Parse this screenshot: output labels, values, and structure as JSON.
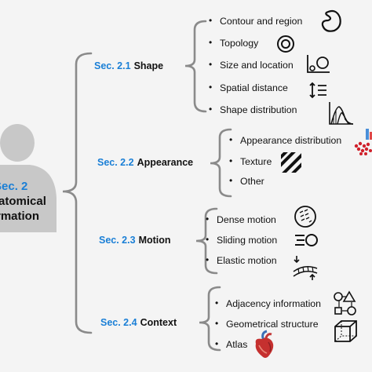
{
  "root": {
    "line1_prefix": "Sec. 2",
    "line2": "atomical",
    "line3": "rmation"
  },
  "sections": [
    {
      "num": "Sec. 2.1",
      "name": "Shape",
      "items": [
        "Contour and region",
        "Topology",
        "Size and location",
        "Spatial distance",
        "Shape distribution"
      ]
    },
    {
      "num": "Sec. 2.2",
      "name": "Appearance",
      "items": [
        "Appearance distribution",
        "Texture",
        "Other"
      ]
    },
    {
      "num": "Sec. 2.3",
      "name": "Motion",
      "items": [
        "Dense motion",
        "Sliding motion",
        "Elastic motion"
      ]
    },
    {
      "num": "Sec. 2.4",
      "name": "Context",
      "items": [
        "Adjacency information",
        "Geometrical structure",
        "Atlas"
      ]
    }
  ],
  "colors": {
    "accent": "#1a7fd6",
    "bracket": "#8a8a8a",
    "person": "#c8c8c8"
  }
}
